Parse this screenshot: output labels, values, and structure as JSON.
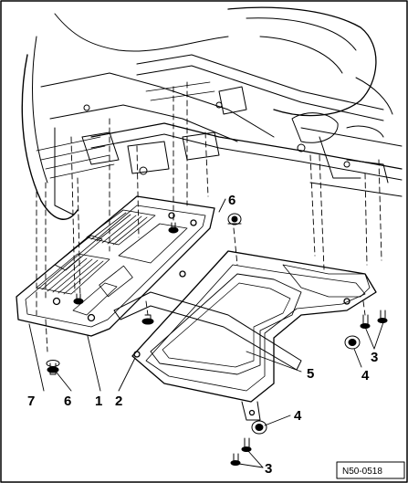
{
  "diagram": {
    "callouts": {
      "c1": "1",
      "c2": "2",
      "c3a": "3",
      "c3b": "3",
      "c4a": "4",
      "c4b": "4",
      "c5": "5",
      "c6a": "6",
      "c6b": "6",
      "c7": "7"
    },
    "reference": "N50-0518"
  }
}
